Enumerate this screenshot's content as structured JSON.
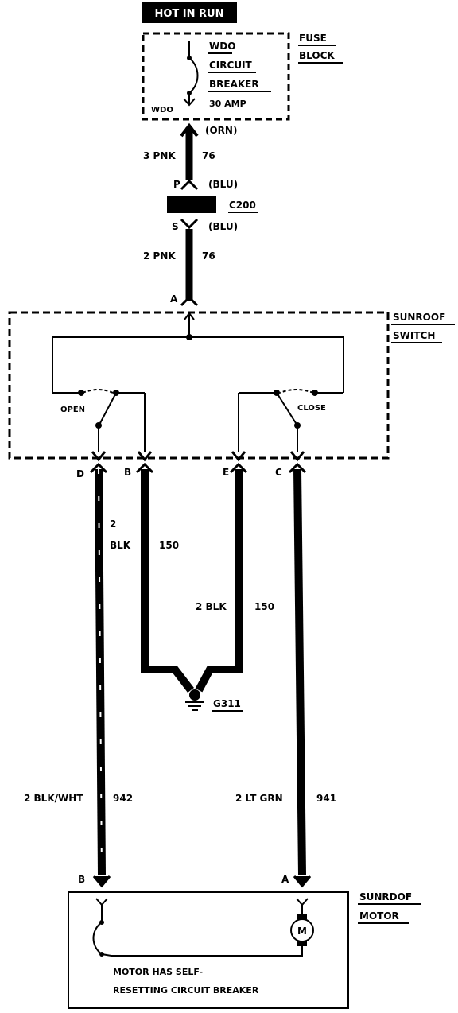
{
  "power": {
    "label": "HOT IN RUN"
  },
  "fuse_block": {
    "title_line1": "FUSE",
    "title_line2": "BLOCK",
    "breaker_line1": "WDO",
    "breaker_line2": "CIRCUIT",
    "breaker_line3": "BREAKER",
    "rating": "30 AMP",
    "terminal": "WDO"
  },
  "feed": {
    "color_orn": "(ORN)",
    "upper_size_color": "3 PNK",
    "upper_circuit": "76",
    "pin_p": "P",
    "color_p": "(BLU)",
    "connector": "C200",
    "pin_s": "S",
    "color_s": "(BLU)",
    "lower_size_color": "2 PNK",
    "lower_circuit": "76",
    "pin_a": "A"
  },
  "switch": {
    "title_line1": "SUNROOF",
    "title_line2": "SWITCH",
    "open_label": "OPEN",
    "close_label": "CLOSE",
    "pin_d": "D",
    "pin_b": "B",
    "pin_e": "E",
    "pin_c": "C"
  },
  "wires": {
    "d_size": "2",
    "d_color": "BLK",
    "b_circuit": "150",
    "e_size_color": "2 BLK",
    "e_circuit": "150",
    "ground": "G311",
    "motor_b_size_color": "2 BLK/WHT",
    "motor_b_circuit": "942",
    "motor_a_size_color": "2 LT GRN",
    "motor_a_circuit": "941"
  },
  "motor": {
    "title_line1": "SUNRDOF",
    "title_line2": "MOTOR",
    "pin_b": "B",
    "pin_a": "A",
    "symbol": "M",
    "note_line1": "MOTOR HAS SELF-",
    "note_line2": "RESETTING CIRCUIT BREAKER"
  }
}
